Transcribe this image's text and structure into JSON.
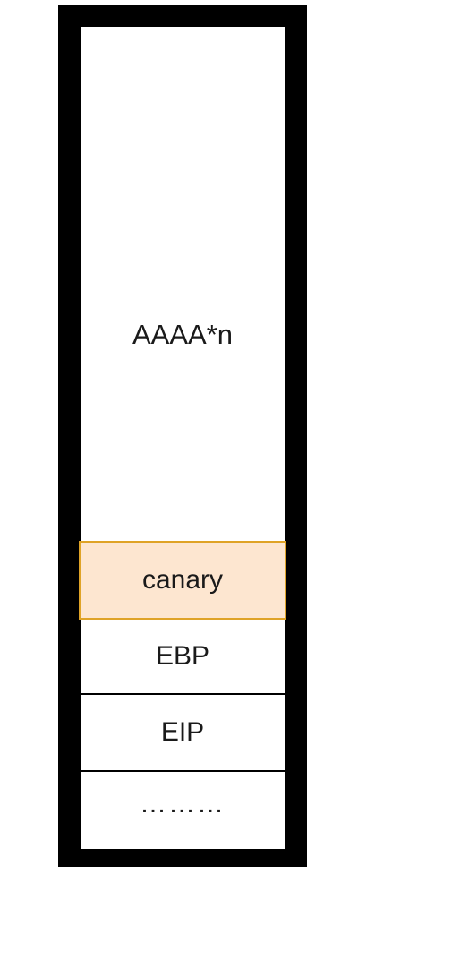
{
  "stack": {
    "buffer_label": "AAAA*n",
    "canary_label": "canary",
    "ebp_label": "EBP",
    "eip_label": "EIP",
    "more_label": "………"
  },
  "colors": {
    "frame": "#000000",
    "canary_fill": "#fde6d0",
    "canary_border": "#dfa327"
  }
}
